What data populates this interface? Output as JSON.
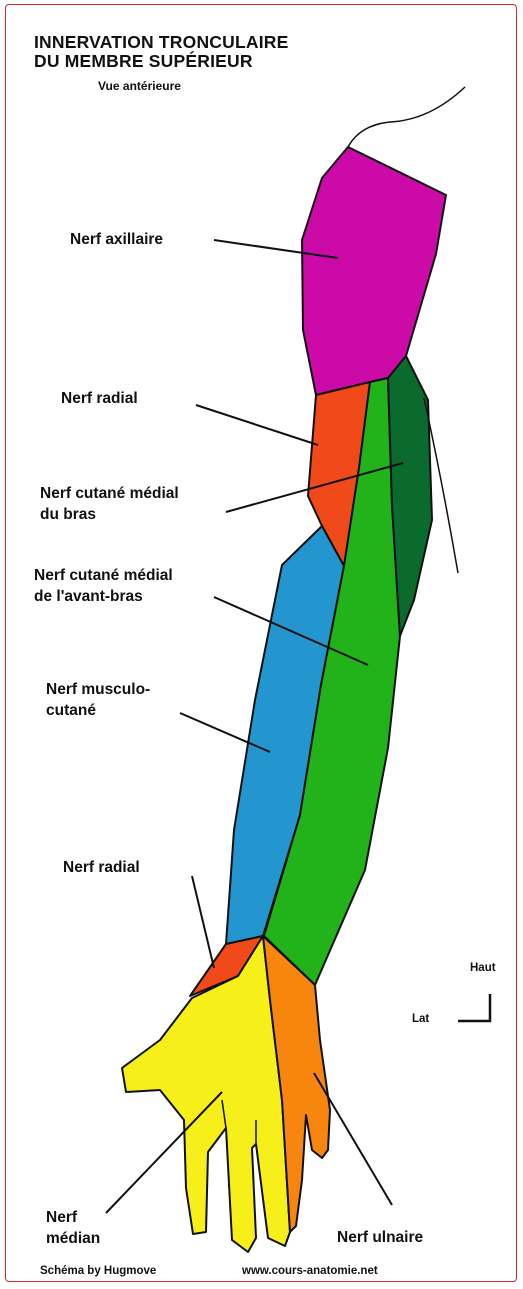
{
  "title": [
    "INNERVATION TRONCULAIRE",
    "DU MEMBRE SUPÉRIEUR"
  ],
  "subtitle": "Vue antérieure",
  "labels": {
    "axillaire": [
      "Nerf axillaire"
    ],
    "radial_upper": [
      "Nerf radial"
    ],
    "cutane_medial_bras": [
      "Nerf cutané médial",
      "du bras"
    ],
    "cutane_medial_avant_bras": [
      "Nerf cutané médial",
      "de l'avant-bras"
    ],
    "musculo_cutane": [
      "Nerf musculo-",
      "cutané"
    ],
    "radial_lower": [
      "Nerf radial"
    ],
    "median": [
      "Nerf",
      "médian"
    ],
    "ulnaire": [
      "Nerf ulnaire"
    ]
  },
  "orientation": {
    "up": "Haut",
    "lateral": "Lat"
  },
  "footer": {
    "credit": "Schéma by Hugmove",
    "website": "www.cours-anatomie.net"
  },
  "colors": {
    "axillaire": "#cc0aa8",
    "radial": "#f04a1a",
    "cutane_medial_bras": "#0b6b2e",
    "cutane_medial_avant_bras": "#22b21a",
    "musculo_cutane": "#2396cf",
    "median": "#f6ef1a",
    "ulnaire": "#f7860f",
    "frame": "#d62828"
  }
}
